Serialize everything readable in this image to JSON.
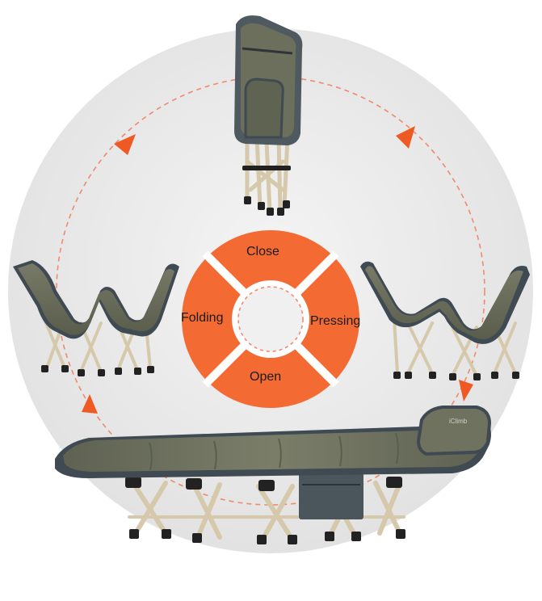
{
  "cycle": {
    "segments": {
      "top": "Close",
      "left": "Folding",
      "right": "Pressing",
      "bottom": "Open"
    }
  },
  "colors": {
    "wheel": "#f36b32",
    "background_disc": "#ececec",
    "arrow": "#ef5a24",
    "dashed_ring": "#f08a6b",
    "mattress": "#6b6d5c",
    "mattress_edge": "#3f4a52",
    "frame": "#d9cdb4",
    "feet": "#2b2b2b"
  },
  "icons": [
    "cot-folded",
    "cot-half-folded",
    "cot-open",
    "arrow-icon"
  ]
}
